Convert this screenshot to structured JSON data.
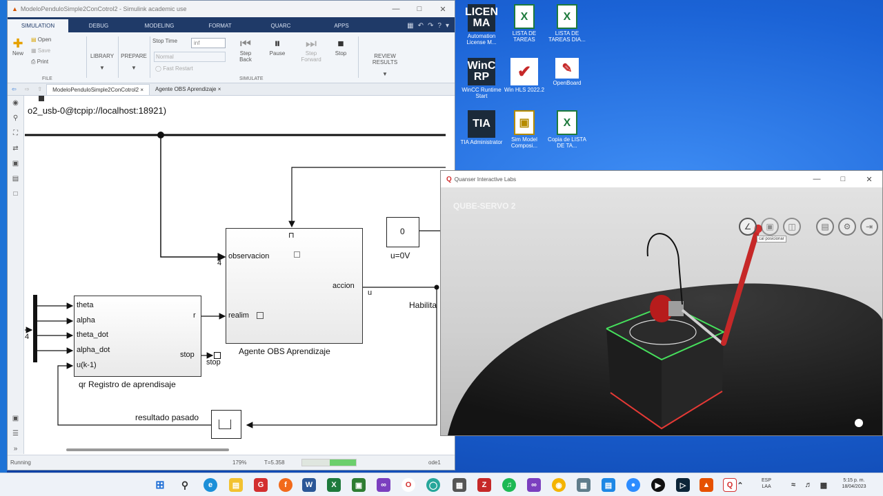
{
  "colors": {
    "simulink_tab": "#1f3a68",
    "desktop": "#1b63d6",
    "quanser_red": "#d32f2f",
    "cube_green": "#46e05c"
  },
  "simulink": {
    "title": "ModeloPenduloSimple2ConCotrol2 - Simulink academic use",
    "tabs": [
      "SIMULATION",
      "DEBUG",
      "MODELING",
      "FORMAT",
      "QUARC",
      "APPS"
    ],
    "ribbon": {
      "new": "New",
      "open": "Open",
      "save": "Save",
      "print": "Print",
      "file": "FILE",
      "library": "LIBRARY",
      "prepare": "PREPARE",
      "stop_time_label": "Stop Time",
      "stop_time_value": "inf",
      "mode": "Normal",
      "fast_restart": "Fast Restart",
      "step_back": "Step Back",
      "pause": "Pause",
      "step_forward": "Step Forward",
      "stop": "Stop",
      "simulate": "SIMULATE",
      "review": "REVIEW RESULTS"
    },
    "doc_tabs": [
      "ModeloPenduloSimple2ConCotrol2",
      "Agente OBS Aprendizaje"
    ],
    "canvas": {
      "target": "o2_usb-0@tcpip://localhost:18921)",
      "observacion": "observacion",
      "realim": "realim",
      "accion": "accion",
      "u": "u",
      "agente": "Agente OBS Aprendizaje",
      "const_value": "0",
      "const_label": "u=0V",
      "habilita": "Habilita",
      "mux_in": "4",
      "obs_in": "4",
      "qr_ports": [
        "theta",
        "alpha",
        "theta_dot",
        "alpha_dot",
        "u(k-1)"
      ],
      "qr_r": "r",
      "qr_stop": "stop",
      "stop_block": "stop",
      "qr_label": "qr Registro de aprendisaje",
      "resultado": "resultado pasado"
    },
    "status": {
      "state": "Running",
      "zoom": "179%",
      "time": "T=5.358",
      "solver": "ode1"
    }
  },
  "desktop_icons": [
    {
      "label": "Automation License M...",
      "glyph": "LICEN MA"
    },
    {
      "label": "LISTA DE TAREAS",
      "glyph": "X"
    },
    {
      "label": "LISTA DE TAREAS DIA...",
      "glyph": "X"
    },
    {
      "label": "WinCC Runtime Start",
      "glyph": "WinC RP"
    },
    {
      "label": "Win HLS 2022.2",
      "glyph": "✔"
    },
    {
      "label": "OpenBoard",
      "glyph": "✎"
    },
    {
      "label": "TIA Administrator",
      "glyph": "TIA"
    },
    {
      "label": "Sim Model Composi...",
      "glyph": "▣"
    },
    {
      "label": "Copia de LISTA DE TA...",
      "glyph": "X"
    }
  ],
  "quanser": {
    "title": "Quanser Interactive Labs",
    "scene_label": "QUBE-SERVO 2",
    "tooltip": "cal posicionar"
  },
  "taskbar": {
    "lang": "ESP",
    "lang2": "LAA",
    "time": "5:15 p. m.",
    "date": "18/04/2023"
  }
}
